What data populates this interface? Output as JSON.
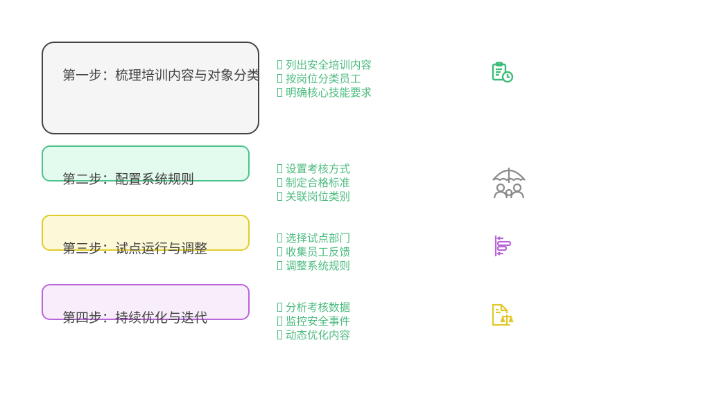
{
  "colors": {
    "step1": {
      "bg": "#f5f5f5",
      "border": "#444444"
    },
    "step2": {
      "bg": "#e3fbee",
      "border": "#4cc38a"
    },
    "step3": {
      "bg": "#fdf9d8",
      "border": "#e0cc2a"
    },
    "step4": {
      "bg": "#f8edfb",
      "border": "#b866d8"
    },
    "list_text": "#4cbb7f"
  },
  "steps": [
    {
      "label": "第一步：梳理培训内容与对象分类",
      "icon": "clipboard-clock-icon",
      "items": [
        "列出安全培训内容",
        "按岗位分类员工",
        "明确核心技能要求"
      ]
    },
    {
      "label": "第二步：配置系统规则",
      "icon": "umbrella-people-icon",
      "items": [
        "设置考核方式",
        "制定合格标准",
        "关联岗位类别"
      ]
    },
    {
      "label": "第三步：试点运行与调整",
      "icon": "align-adjust-icon",
      "items": [
        "选择试点部门",
        "收集员工反馈",
        "调整系统规则"
      ]
    },
    {
      "label": "第四步：持续优化与迭代",
      "icon": "document-scale-icon",
      "items": [
        "分析考核数据",
        "监控安全事件",
        "动态优化内容"
      ]
    }
  ]
}
